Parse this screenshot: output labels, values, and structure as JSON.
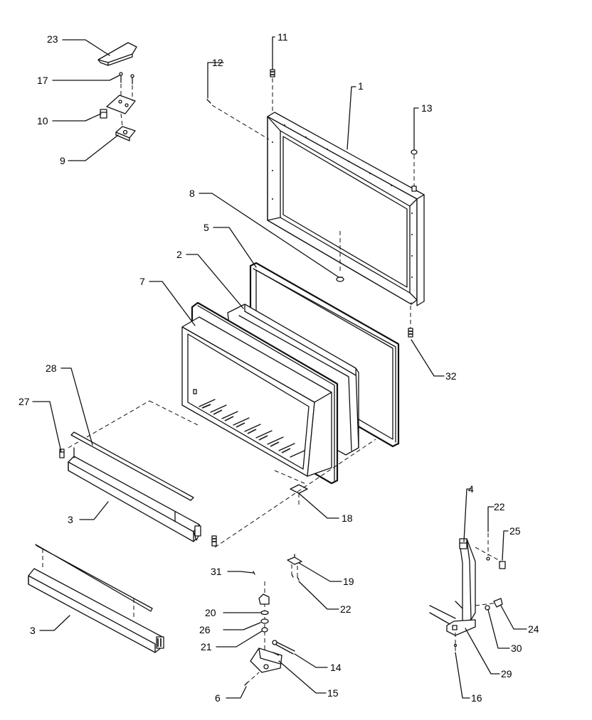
{
  "callouts": [
    {
      "id": "c23",
      "label": "23"
    },
    {
      "id": "c17",
      "label": "17"
    },
    {
      "id": "c10",
      "label": "10"
    },
    {
      "id": "c9",
      "label": "9"
    },
    {
      "id": "c11",
      "label": "11"
    },
    {
      "id": "c12",
      "label": "12"
    },
    {
      "id": "c1",
      "label": "1"
    },
    {
      "id": "c13",
      "label": "13"
    },
    {
      "id": "c8",
      "label": "8"
    },
    {
      "id": "c5",
      "label": "5"
    },
    {
      "id": "c2",
      "label": "2"
    },
    {
      "id": "c7",
      "label": "7"
    },
    {
      "id": "c32",
      "label": "32"
    },
    {
      "id": "c28",
      "label": "28"
    },
    {
      "id": "c27",
      "label": "27"
    },
    {
      "id": "c3a",
      "label": "3"
    },
    {
      "id": "c18",
      "label": "18"
    },
    {
      "id": "c4",
      "label": "4"
    },
    {
      "id": "c22a",
      "label": "22"
    },
    {
      "id": "c25",
      "label": "25"
    },
    {
      "id": "c19",
      "label": "19"
    },
    {
      "id": "c31",
      "label": "31"
    },
    {
      "id": "c22b",
      "label": "22"
    },
    {
      "id": "c20",
      "label": "20"
    },
    {
      "id": "c26",
      "label": "26"
    },
    {
      "id": "c21",
      "label": "21"
    },
    {
      "id": "c14",
      "label": "14"
    },
    {
      "id": "c15",
      "label": "15"
    },
    {
      "id": "c6",
      "label": "6"
    },
    {
      "id": "c3b",
      "label": "3"
    },
    {
      "id": "c24",
      "label": "24"
    },
    {
      "id": "c30",
      "label": "30"
    },
    {
      "id": "c29",
      "label": "29"
    },
    {
      "id": "c16",
      "label": "16"
    }
  ]
}
